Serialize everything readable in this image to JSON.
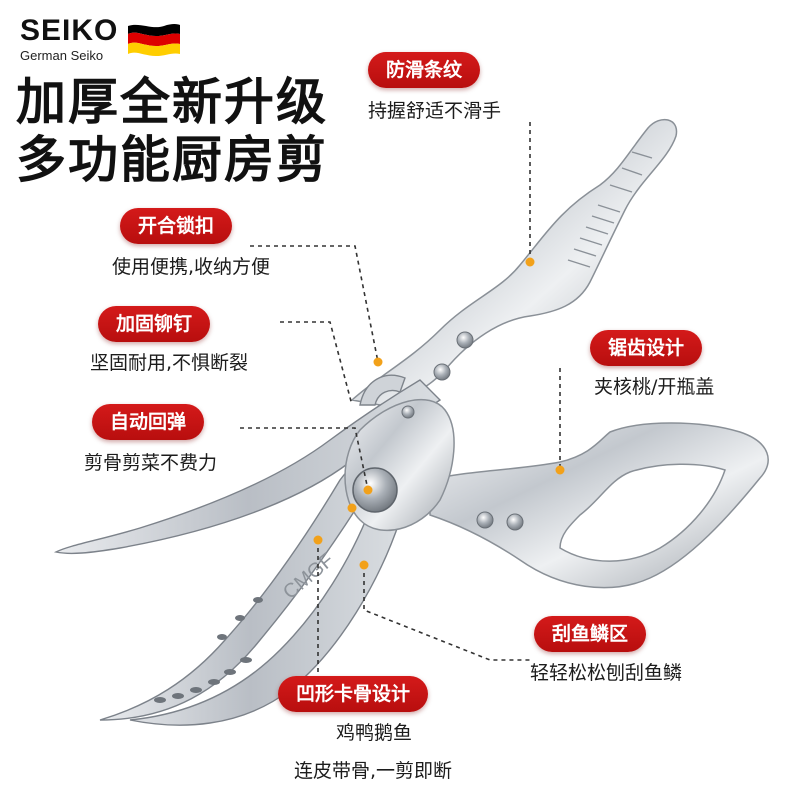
{
  "brand": {
    "name": "SEIKO",
    "subtitle": "German Seiko",
    "flag_colors": [
      "#000000",
      "#dd0000",
      "#ffce00"
    ]
  },
  "headline": {
    "line1": "加厚全新升级",
    "line2": "多功能厨房剪"
  },
  "callouts": {
    "anti_slip": {
      "label": "防滑条纹",
      "desc": "持握舒适不滑手"
    },
    "lock": {
      "label": "开合锁扣",
      "desc": "使用便携,收纳方便"
    },
    "rivet": {
      "label": "加固铆钉",
      "desc": "坚固耐用,不惧断裂"
    },
    "rebound": {
      "label": "自动回弹",
      "desc": "剪骨剪菜不费力"
    },
    "serrated": {
      "label": "锯齿设计",
      "desc": "夹核桃/开瓶盖"
    },
    "scale": {
      "label": "刮鱼鳞区",
      "desc": "轻轻松松刨刮鱼鳞"
    },
    "notch": {
      "label": "凹形卡骨设计",
      "desc1": "鸡鸭鹅鱼",
      "desc2": "连皮带骨,一剪即断"
    }
  },
  "blade_engraving": "CMGF",
  "colors": {
    "accent_red": "#c81414",
    "marker_orange": "#f2a11a",
    "steel": "#c9cdd2"
  }
}
